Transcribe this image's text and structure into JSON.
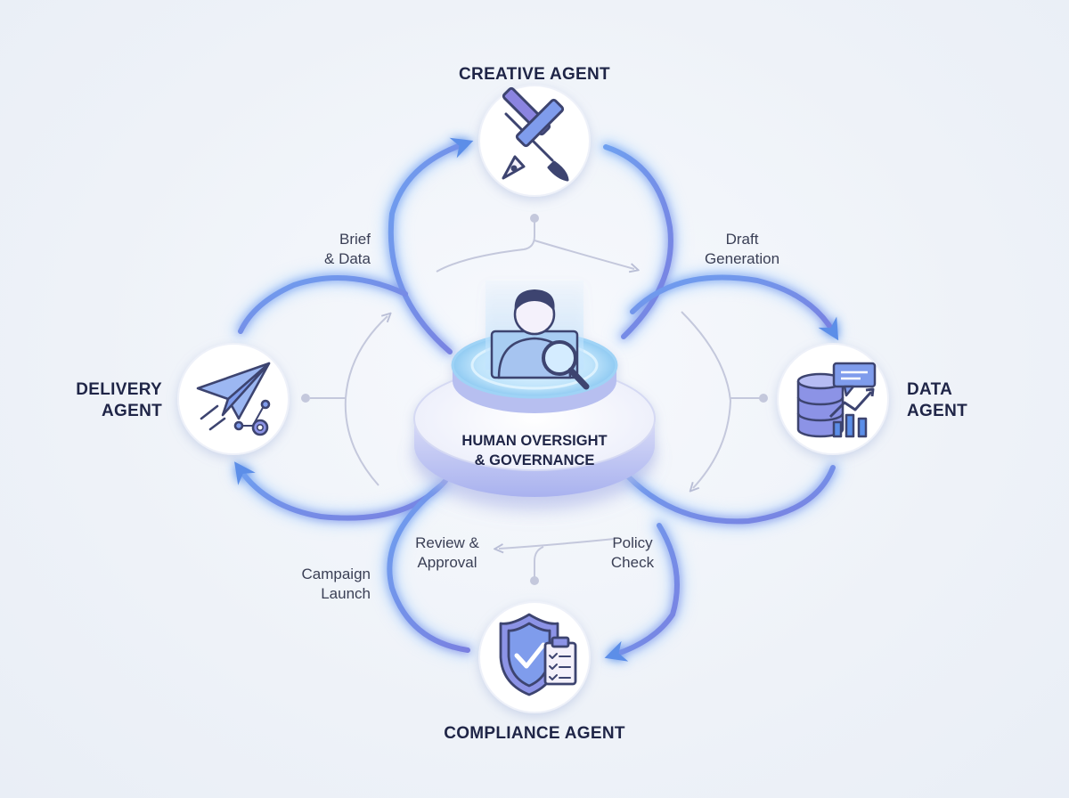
{
  "hub": {
    "line1": "HUMAN OVERSIGHT",
    "line2": "& GOVERNANCE"
  },
  "agents": {
    "creative": "CREATIVE AGENT",
    "data_line1": "DATA",
    "data_line2": "AGENT",
    "compliance": "COMPLIANCE AGENT",
    "delivery_line1": "DELIVERY",
    "delivery_line2": "AGENT"
  },
  "flows": {
    "brief_line1": "Brief",
    "brief_line2": "& Data",
    "draft_line1": "Draft",
    "draft_line2": "Generation",
    "policy_line1": "Policy",
    "policy_line2": "Check",
    "review_line1": "Review &",
    "review_line2": "Approval",
    "campaign_line1": "Campaign",
    "campaign_line2": "Launch"
  },
  "icons": {
    "creative": "pen-and-brush-icon",
    "data": "database-chart-icon",
    "compliance": "shield-checklist-icon",
    "delivery": "paper-plane-icon",
    "hub": "person-magnifier-icon"
  },
  "colors": {
    "arrow_blue": "#5b8ee8",
    "arrow_glow": "#9cc8ff",
    "accent_purple": "#7b6fd8",
    "text_dark": "#1f2547"
  }
}
